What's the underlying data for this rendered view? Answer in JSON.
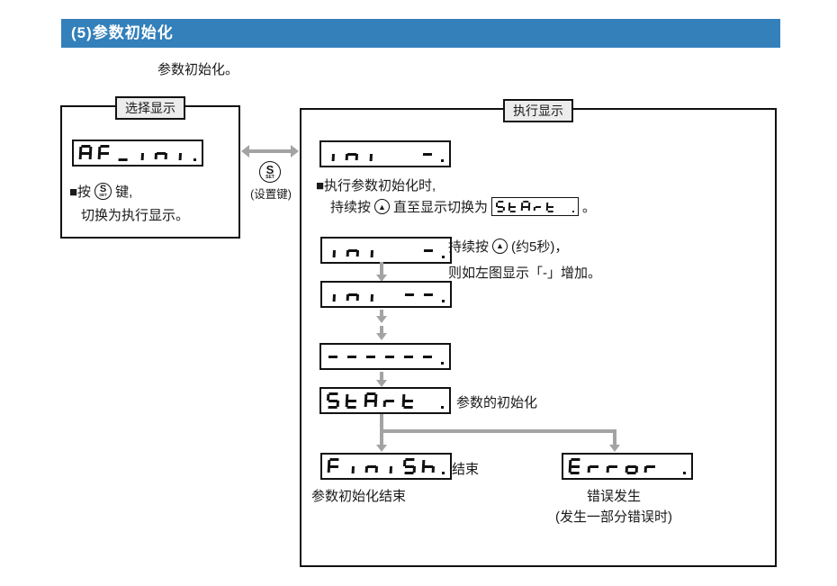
{
  "colors": {
    "header_bg": "#3380bb",
    "line_gray": "#a3a3a3",
    "panel_border": "#111111"
  },
  "header": {
    "title": "(5)参数初始化"
  },
  "intro": "参数初始化。",
  "keys": {
    "set": {
      "letter": "S",
      "sub": "SET"
    },
    "up": "▲",
    "set_caption": "(设置键)"
  },
  "select_panel": {
    "tab": "选择显示",
    "line1_pre": "■按",
    "line1_post": "键,",
    "line2": "切换为执行显示。"
  },
  "exec_panel": {
    "tab": "执行显示",
    "note1": "■执行参数初始化时,",
    "note2_pre": "持续按",
    "note2_mid": "直至显示切换为",
    "note2_post": "。",
    "hold_note1a": "持续按",
    "hold_note1b": "(约5秒)，",
    "hold_note2": "则如左图显示「-」增加。",
    "start_label": "参数的初始化",
    "finish_label": "结束",
    "finish_caption": "参数初始化结束",
    "error_caption1": "错误发生",
    "error_caption2": "(发生一部分错误时)"
  },
  "displays": {
    "af_ini": "AF_ini.",
    "ini_a": "ini  -.",
    "ini_b": "ini  -.",
    "ini_c": "ini --.",
    "dashes": "------.",
    "start": "StArt .",
    "start_inline": "StArt .",
    "finish": "FiniSh.",
    "error": "Error ."
  }
}
